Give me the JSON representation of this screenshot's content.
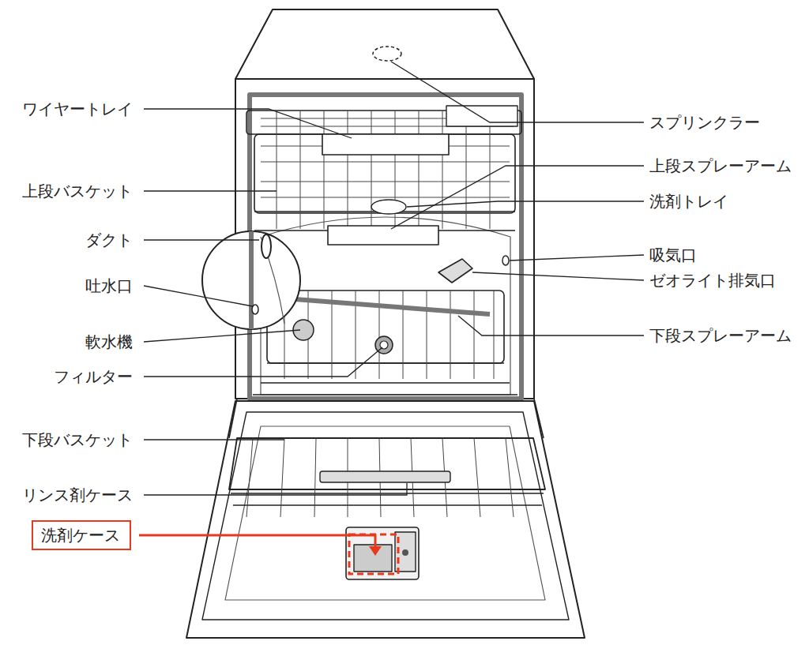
{
  "diagram": {
    "nodes": [
      {
        "text": [
          "洗剤ケース"
        ]
      }
    ],
    "labels": [
      "ワイヤートレイ",
      "上段バスケット",
      "ダクト",
      "吐水口",
      "軟水機",
      "フィルター",
      "下段バスケット",
      "リンス剤ケース",
      "スプリンクラー",
      "上段スプレーアーム",
      "洗剤トレイ",
      "吸気口",
      "ゼオライト排気口",
      "下段スプレーアーム"
    ]
  }
}
